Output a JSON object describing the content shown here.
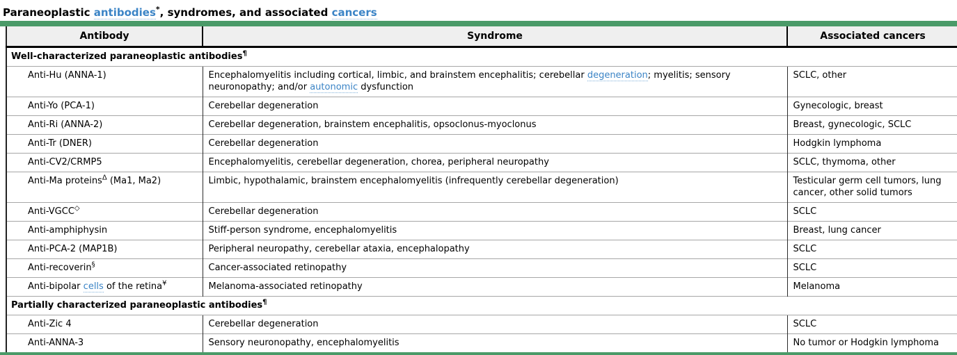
{
  "colors": {
    "accent_green": "#4a9a68",
    "link_blue": "#3b84c6",
    "header_background": "#efefef",
    "row_divider_gray": "#a6a6a6",
    "border_black": "#000000"
  },
  "title": {
    "t1": "Paraneoplastic ",
    "link_antibodies": "antibodies",
    "footnote": "*",
    "t2": ", syndromes, and associated ",
    "link_cancers": "cancers"
  },
  "table": {
    "headers": [
      "Antibody",
      "Syndrome",
      "Associated cancers"
    ],
    "sections": [
      {
        "label": "Well-characterized paraneoplastic antibodies",
        "footnote": "¶",
        "rows": [
          {
            "antibody": [
              {
                "t": "Anti-Hu (ANNA-1)"
              }
            ],
            "syndrome": [
              {
                "t": "Encephalomyelitis including cortical, limbic, and brainstem encephalitis; cerebellar "
              },
              {
                "link": "degeneration"
              },
              {
                "t": "; myelitis; sensory neuronopathy; and/or "
              },
              {
                "link": "autonomic"
              },
              {
                "t": " dysfunction"
              }
            ],
            "cancers": [
              {
                "t": "SCLC, other"
              }
            ]
          },
          {
            "antibody": [
              {
                "t": "Anti-Yo (PCA-1)"
              }
            ],
            "syndrome": [
              {
                "t": "Cerebellar degeneration"
              }
            ],
            "cancers": [
              {
                "t": "Gynecologic, breast"
              }
            ]
          },
          {
            "antibody": [
              {
                "t": "Anti-Ri (ANNA-2)"
              }
            ],
            "syndrome": [
              {
                "t": "Cerebellar degeneration, brainstem encephalitis, opsoclonus-myoclonus"
              }
            ],
            "cancers": [
              {
                "t": "Breast, gynecologic, SCLC"
              }
            ]
          },
          {
            "antibody": [
              {
                "t": "Anti-Tr (DNER)"
              }
            ],
            "syndrome": [
              {
                "t": "Cerebellar degeneration"
              }
            ],
            "cancers": [
              {
                "t": "Hodgkin lymphoma"
              }
            ]
          },
          {
            "antibody": [
              {
                "t": "Anti-CV2/CRMP5"
              }
            ],
            "syndrome": [
              {
                "t": "Encephalomyelitis, cerebellar degeneration, chorea, peripheral neuropathy"
              }
            ],
            "cancers": [
              {
                "t": "SCLC, thymoma, other"
              }
            ]
          },
          {
            "antibody": [
              {
                "t": "Anti-Ma proteins"
              },
              {
                "sup": "Δ"
              },
              {
                "t": " (Ma1, Ma2)"
              }
            ],
            "syndrome": [
              {
                "t": "Limbic, hypothalamic, brainstem encephalomyelitis (infrequently cerebellar degeneration)"
              }
            ],
            "cancers": [
              {
                "t": "Testicular germ cell tumors, lung cancer, other solid tumors"
              }
            ]
          },
          {
            "antibody": [
              {
                "t": "Anti-VGCC"
              },
              {
                "sup": "◇"
              }
            ],
            "syndrome": [
              {
                "t": "Cerebellar degeneration"
              }
            ],
            "cancers": [
              {
                "t": "SCLC"
              }
            ]
          },
          {
            "antibody": [
              {
                "t": "Anti-amphiphysin"
              }
            ],
            "syndrome": [
              {
                "t": "Stiff-person syndrome, encephalomyelitis"
              }
            ],
            "cancers": [
              {
                "t": "Breast, lung cancer"
              }
            ]
          },
          {
            "antibody": [
              {
                "t": "Anti-PCA-2 (MAP1B)"
              }
            ],
            "syndrome": [
              {
                "t": "Peripheral neuropathy, cerebellar ataxia, encephalopathy"
              }
            ],
            "cancers": [
              {
                "t": "SCLC"
              }
            ]
          },
          {
            "antibody": [
              {
                "t": "Anti-recoverin"
              },
              {
                "sup": "§"
              }
            ],
            "syndrome": [
              {
                "t": "Cancer-associated retinopathy"
              }
            ],
            "cancers": [
              {
                "t": "SCLC"
              }
            ]
          },
          {
            "antibody": [
              {
                "t": "Anti-bipolar "
              },
              {
                "link": "cells"
              },
              {
                "t": " of the retina"
              },
              {
                "sup": "¥"
              }
            ],
            "syndrome": [
              {
                "t": "Melanoma-associated retinopathy"
              }
            ],
            "cancers": [
              {
                "t": "Melanoma"
              }
            ]
          }
        ]
      },
      {
        "label": "Partially characterized paraneoplastic antibodies",
        "footnote": "¶",
        "rows": [
          {
            "antibody": [
              {
                "t": "Anti-Zic 4"
              }
            ],
            "syndrome": [
              {
                "t": "Cerebellar degeneration"
              }
            ],
            "cancers": [
              {
                "t": "SCLC"
              }
            ]
          },
          {
            "antibody": [
              {
                "t": "Anti-ANNA-3"
              }
            ],
            "syndrome": [
              {
                "t": "Sensory neuronopathy, encephalomyelitis"
              }
            ],
            "cancers": [
              {
                "t": "No tumor or Hodgkin lymphoma"
              }
            ]
          }
        ]
      }
    ]
  }
}
